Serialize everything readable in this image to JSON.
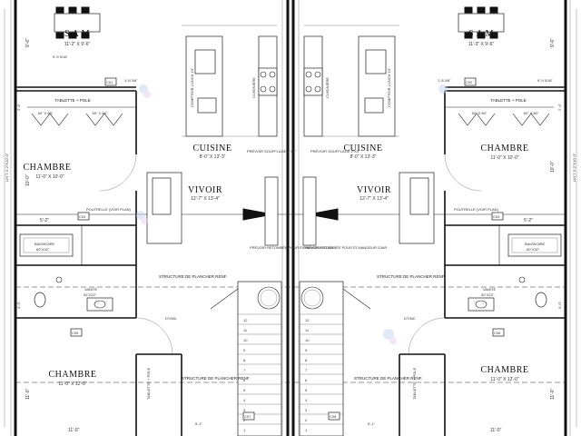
{
  "rooms": {
    "sam": {
      "title": "S A M",
      "dims_left": "11'-2\" X 9'-6\"",
      "dims_right": "11'-3\" X 9'-6\""
    },
    "cuisine": {
      "title": "CUISINE",
      "dims": "8'-0\" X 13'-3\""
    },
    "chambre_top": {
      "title": "CHAMBRE",
      "dims": "11'-0\" X 10'-0\""
    },
    "vivoir": {
      "title": "VIVOIR",
      "dims": "12'-7\" X 13'-4\""
    },
    "chambre_bottom": {
      "title": "CHAMBRE",
      "dims": "11'-0\" X 12'-0\""
    }
  },
  "labels": {
    "tablette_pole": "TABLETTE + POLE",
    "comptoir_lunch": "COMPTOIR LUNCH 10\"",
    "cuisiniere": "CUISINIÈRE",
    "prevoir_soufflage": "PRÉVOIR SOUFFLAGE 2\"X4\"",
    "poutrelle": "POUTRELLE (VOIR PLAN)",
    "baignoire": "BAIGNOIRE",
    "baignoire_dims": "60\"X32\"",
    "vanite": "VANITÉ",
    "vanite_dims": "52\"X22\"",
    "prevoir_retombee": "PRÉVOIR RETOMBÉE POUR ÉCHANGEUR D'AIR",
    "structure_plancher": "STRUCTURE DE PLANCHER RENF.",
    "lingerie_pole": "TABLETTE + POLE",
    "ref": "DT/MC"
  },
  "dimensions": {
    "sam_left_height": "9'-6\"",
    "sam_right_height": "9'-6\"",
    "chambre_left_height": "10'-0\"",
    "chambre_right_height": "10'-0\"",
    "bottom_left_height": "11'-0\"",
    "bottom_right_height": "11'-0\"",
    "wall_52": "5'-2\"",
    "dim_1_8": "1'-8 3/8\"",
    "dim_9_9": "9'-9 5/16\"",
    "dim_2_4": "2'-4\"",
    "closet": "60\" X 80\"",
    "bottom_width": "11'-0\"",
    "lin_left": "LIN'T 3'-2\"X10'-0\"",
    "lin_right": "LIN'T 3'-2\"X10'-0\"",
    "d_4_3": "4'-3\"",
    "d_3_0": "3'-0\"",
    "d_5_1": "5'-1\""
  },
  "stairs": {
    "steps": [
      "12",
      "11",
      "10",
      "9",
      "8",
      "7",
      "6",
      "5",
      "4",
      "3",
      "2",
      "1"
    ]
  },
  "callouts": [
    "C01",
    "C02",
    "C03",
    "C04",
    "C05",
    "C06",
    "C07",
    "C08"
  ],
  "colors": {
    "ink": "#111111",
    "paper": "#ffffff",
    "watermark": "#c7d8f0"
  }
}
